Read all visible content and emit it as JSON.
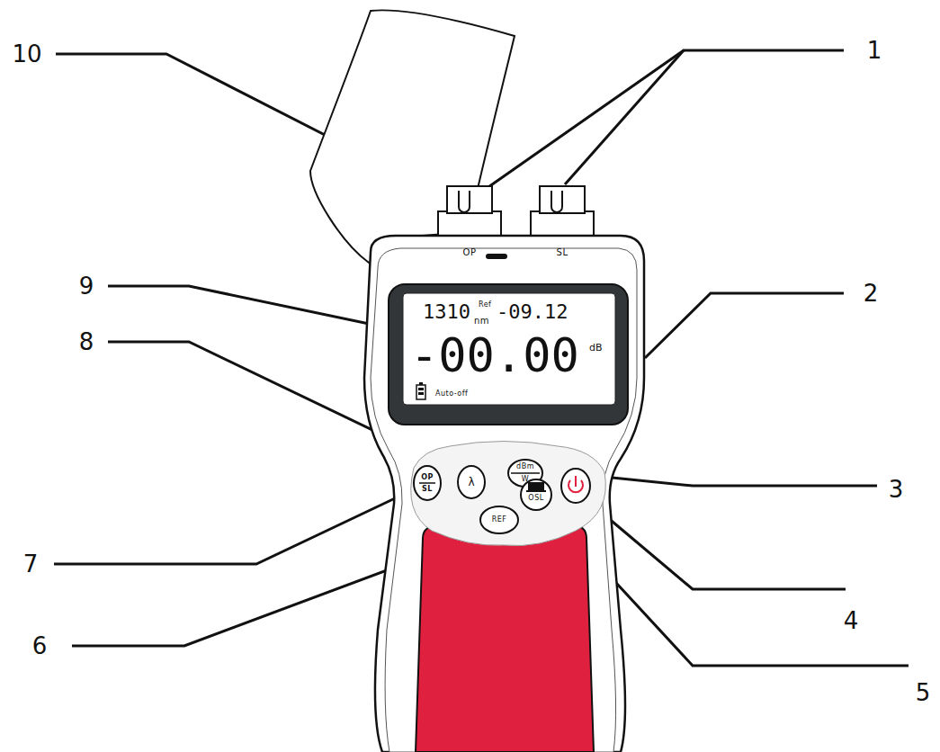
{
  "diagram": {
    "labels": [
      "10",
      "1",
      "9",
      "2",
      "8",
      "3",
      "7",
      "4",
      "6",
      "5",
      "OP",
      "SL",
      "1310",
      "nm",
      "Ref",
      "-09.12",
      "-00.00",
      "dB",
      "Auto-off",
      "dBm",
      "W",
      "λ",
      "OP",
      "SL",
      "OSL",
      "REF"
    ]
  }
}
